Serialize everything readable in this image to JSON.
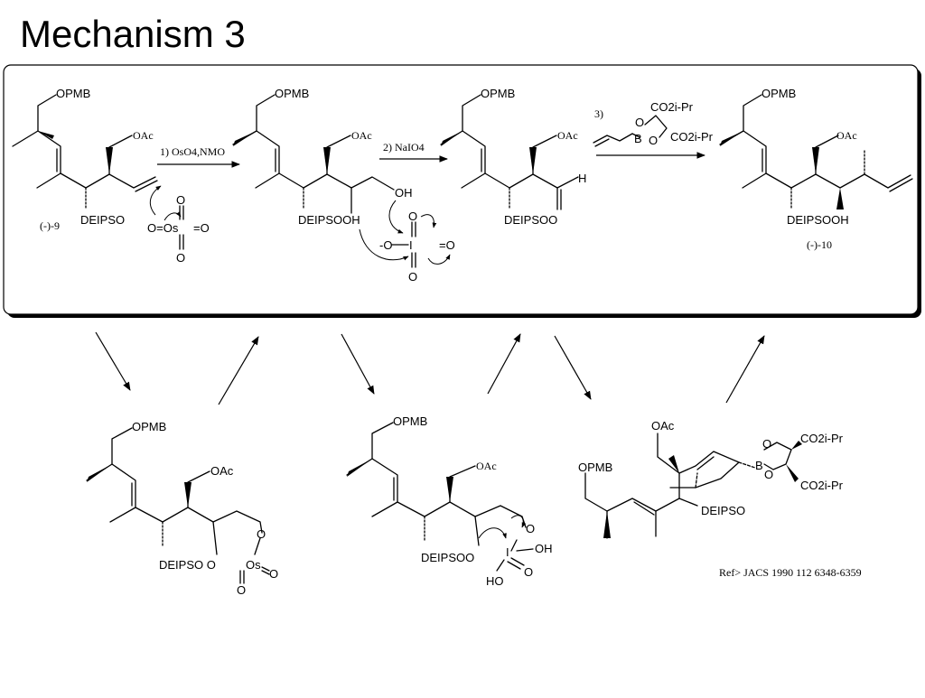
{
  "slide": {
    "title": "Mechanism 3",
    "reference": "Ref> JACS 1990 112 6348-6359"
  },
  "labels": {
    "opmb": "OPMB",
    "oac": "OAc",
    "deipso": "DEIPSO",
    "deipsooh": "DEIPSOOH",
    "deipsoo": "DEIPSOO",
    "deipso_o": "DEIPSO O",
    "oh": "OH",
    "ho": "HO",
    "o": "O",
    "h": "H",
    "os": "Os",
    "i": "I",
    "b": "B",
    "o_minus": "-O",
    "co2ipr": "CO2i-Pr",
    "o_eq_os": "O=Os",
    "o_eq": "=O",
    "compound_start": "(-)-9",
    "compound_end": "(-)-10"
  },
  "steps": {
    "step1": "1) OsO4,NMO",
    "step2": "2) NaIO4",
    "step3": "3)"
  }
}
